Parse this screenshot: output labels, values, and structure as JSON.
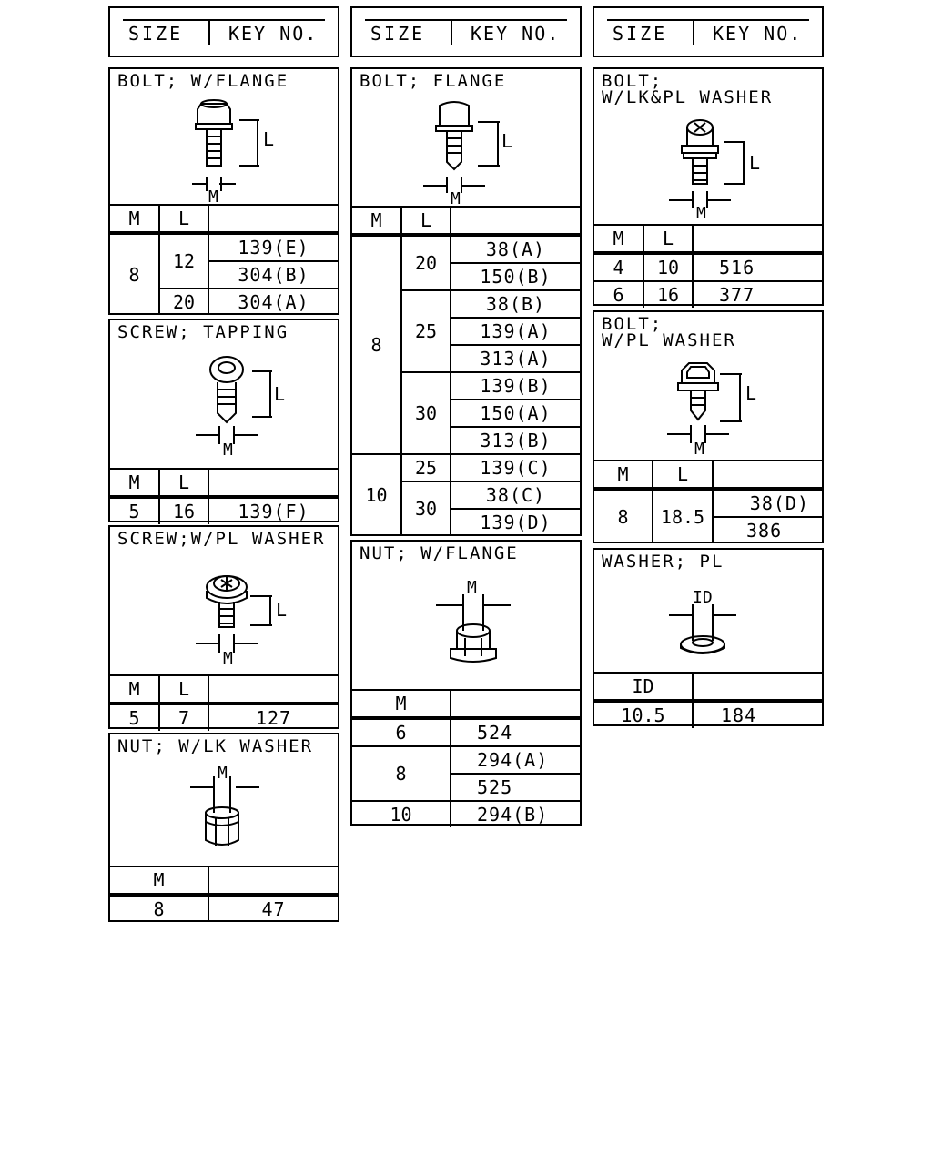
{
  "headers": [
    {
      "size_label": "SIZE",
      "key_label": "KEY NO."
    },
    {
      "size_label": "SIZE",
      "key_label": "KEY NO."
    },
    {
      "size_label": "SIZE",
      "key_label": "KEY NO."
    }
  ],
  "parts": {
    "bolt_w_flange": {
      "title": "BOLT; W/FLANGE",
      "dim_l": "L",
      "dim_m": "M",
      "col_m": "M",
      "col_l": "L",
      "m": "8",
      "l1": "12",
      "l2": "20",
      "k1": "139(E)",
      "k2": "304(B)",
      "k3": "304(A)"
    },
    "screw_tapping": {
      "title": "SCREW; TAPPING",
      "dim_l": "L",
      "dim_m": "M",
      "col_m": "M",
      "col_l": "L",
      "m": "5",
      "l": "16",
      "k": "139(F)"
    },
    "screw_w_pl_washer": {
      "title": "SCREW;W/PL WASHER",
      "dim_l": "L",
      "dim_m": "M",
      "col_m": "M",
      "col_l": "L",
      "m": "5",
      "l": "7",
      "k": "127"
    },
    "nut_w_lk_washer": {
      "title": "NUT; W/LK WASHER",
      "dim_m": "M",
      "col_m": "M",
      "m": "8",
      "k": "47"
    },
    "bolt_flange": {
      "title": "BOLT; FLANGE",
      "dim_l": "L",
      "dim_m": "M",
      "col_m": "M",
      "col_l": "L",
      "m8": "8",
      "m10": "10",
      "l20": "20",
      "l25": "25",
      "l30": "30",
      "l25b": "25",
      "l30b": "30",
      "k1": "38(A)",
      "k2": "150(B)",
      "k3": "38(B)",
      "k4": "139(A)",
      "k5": "313(A)",
      "k6": "139(B)",
      "k7": "150(A)",
      "k8": "313(B)",
      "k9": "139(C)",
      "k10": "38(C)",
      "k11": "139(D)"
    },
    "nut_w_flange": {
      "title": "NUT; W/FLANGE",
      "dim_m": "M",
      "col_m": "M",
      "m6": "6",
      "m8": "8",
      "m10": "10",
      "k1": "524",
      "k2": "294(A)",
      "k3": "525",
      "k4": "294(B)"
    },
    "bolt_w_lk_pl_washer": {
      "title": "BOLT;\nW/LK&PL WASHER",
      "dim_l": "L",
      "dim_m": "M",
      "col_m": "M",
      "col_l": "L",
      "m1": "4",
      "l1": "10",
      "k1": "516",
      "m2": "6",
      "l2": "16",
      "k2": "377"
    },
    "bolt_w_pl_washer": {
      "title": "BOLT;\nW/PL WASHER",
      "dim_l": "L",
      "dim_m": "M",
      "col_m": "M",
      "col_l": "L",
      "m": "8",
      "l": "18.5",
      "k1": "38(D)",
      "k2": "386"
    },
    "washer_pl": {
      "title": "WASHER; PL",
      "dim_id": "ID",
      "col_id": "ID",
      "id": "10.5",
      "k": "184"
    }
  }
}
